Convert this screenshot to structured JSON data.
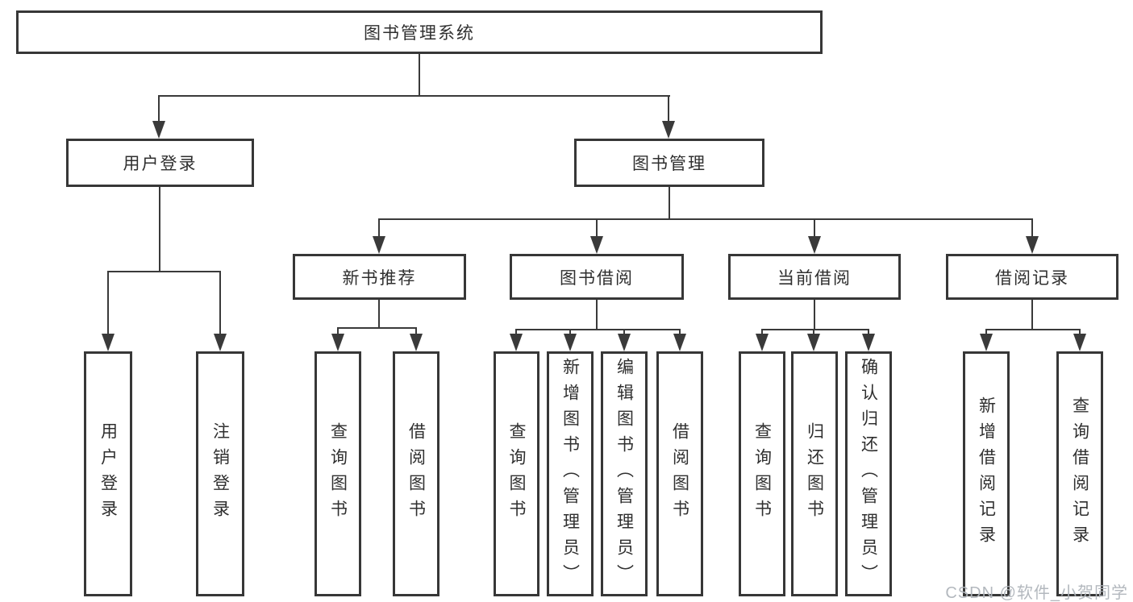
{
  "diagram_type": "hierarchy-tree",
  "tree": {
    "label": "图书管理系统",
    "children": [
      {
        "label": "用户登录",
        "children": [
          {
            "label": "用户登录"
          },
          {
            "label": "注销登录"
          }
        ]
      },
      {
        "label": "图书管理",
        "children": [
          {
            "label": "新书推荐",
            "children": [
              {
                "label": "查询图书"
              },
              {
                "label": "借阅图书"
              }
            ]
          },
          {
            "label": "图书借阅",
            "children": [
              {
                "label": "查询图书"
              },
              {
                "label": "新增图书（管理员）"
              },
              {
                "label": "编辑图书（管理员）"
              },
              {
                "label": "借阅图书"
              }
            ]
          },
          {
            "label": "当前借阅",
            "children": [
              {
                "label": "查询图书"
              },
              {
                "label": "归还图书"
              },
              {
                "label": "确认归还（管理员）"
              }
            ]
          },
          {
            "label": "借阅记录",
            "children": [
              {
                "label": "新增借阅记录"
              },
              {
                "label": "查询借阅记录"
              }
            ]
          }
        ]
      }
    ]
  },
  "watermark": "CSDN @软件_小贺同学",
  "colors": {
    "background": "#ffffff",
    "box_border": "#373737",
    "connector_line": "#3a3a3a",
    "text": "#2f2f2f",
    "watermark": "#afb4ba"
  }
}
